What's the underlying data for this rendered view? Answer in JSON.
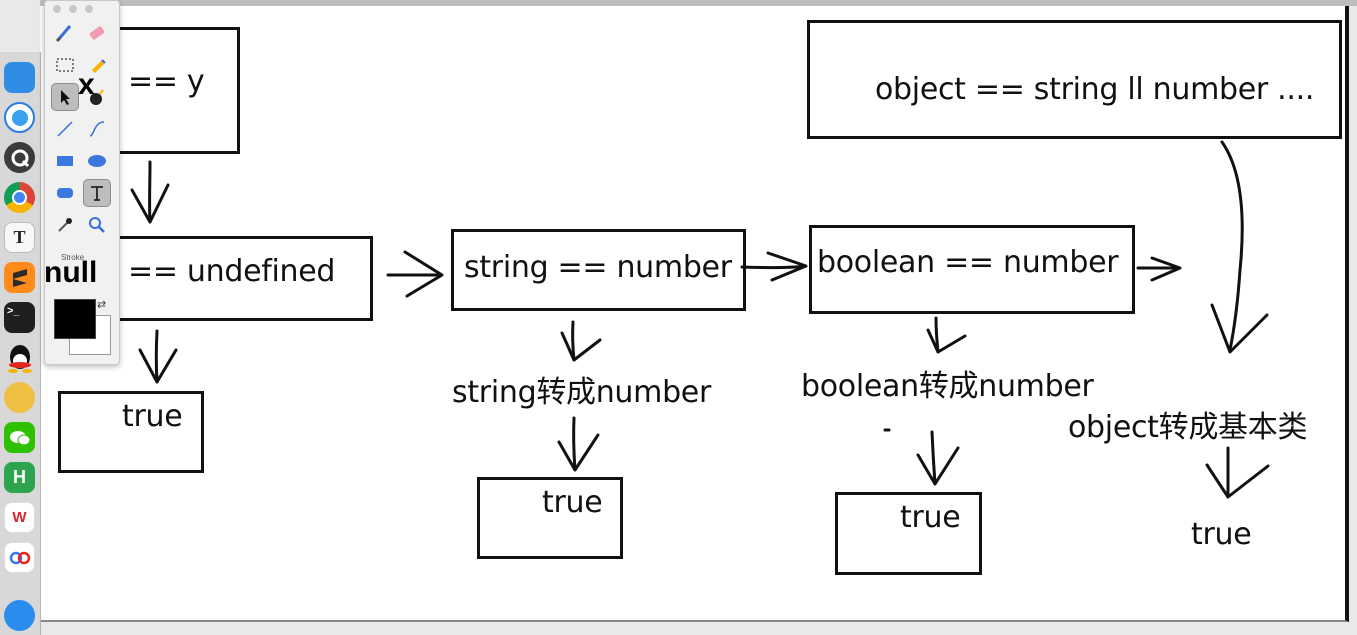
{
  "palette": {
    "stroke_label": "Stroke",
    "colors": {
      "stroke": "#000000",
      "fill": "#ffffff"
    },
    "tools": [
      "brush-icon",
      "eraser-icon",
      "marquee-select-icon",
      "lasso-select-icon",
      "pointer-select-icon",
      "bomb-clear-icon",
      "line-icon",
      "curve-icon",
      "rectangle-icon",
      "ellipse-icon",
      "rounded-rectangle-icon",
      "text-icon",
      "eyedropper-icon",
      "magnifier-icon"
    ]
  },
  "dock": {
    "apps": [
      "finder-icon",
      "safari-icon",
      "quicktime-icon",
      "chrome-icon",
      "typora-icon",
      "sublime-text-icon",
      "terminal-icon",
      "qq-icon",
      "yunbi-icon",
      "wechat-icon",
      "hbuilder-icon",
      "wps-icon",
      "baidu-netdisk-icon",
      "feishu-icon"
    ],
    "labels": {
      "typora": "T",
      "hbuilder": "H",
      "wps": "W"
    }
  },
  "diagram": {
    "top_left_x": "x",
    "top_left_eq": "== y",
    "null_label": "null",
    "undef_eq": "== undefined",
    "true1": "true",
    "string_box": "string == number",
    "string_note": "string转成number",
    "true2": "true",
    "boolean_box": "boolean == number",
    "boolean_note": "boolean转成number",
    "true3": "true",
    "object_box": "object == string ll number ....",
    "object_note": "object转成基本类",
    "true4": "true"
  }
}
